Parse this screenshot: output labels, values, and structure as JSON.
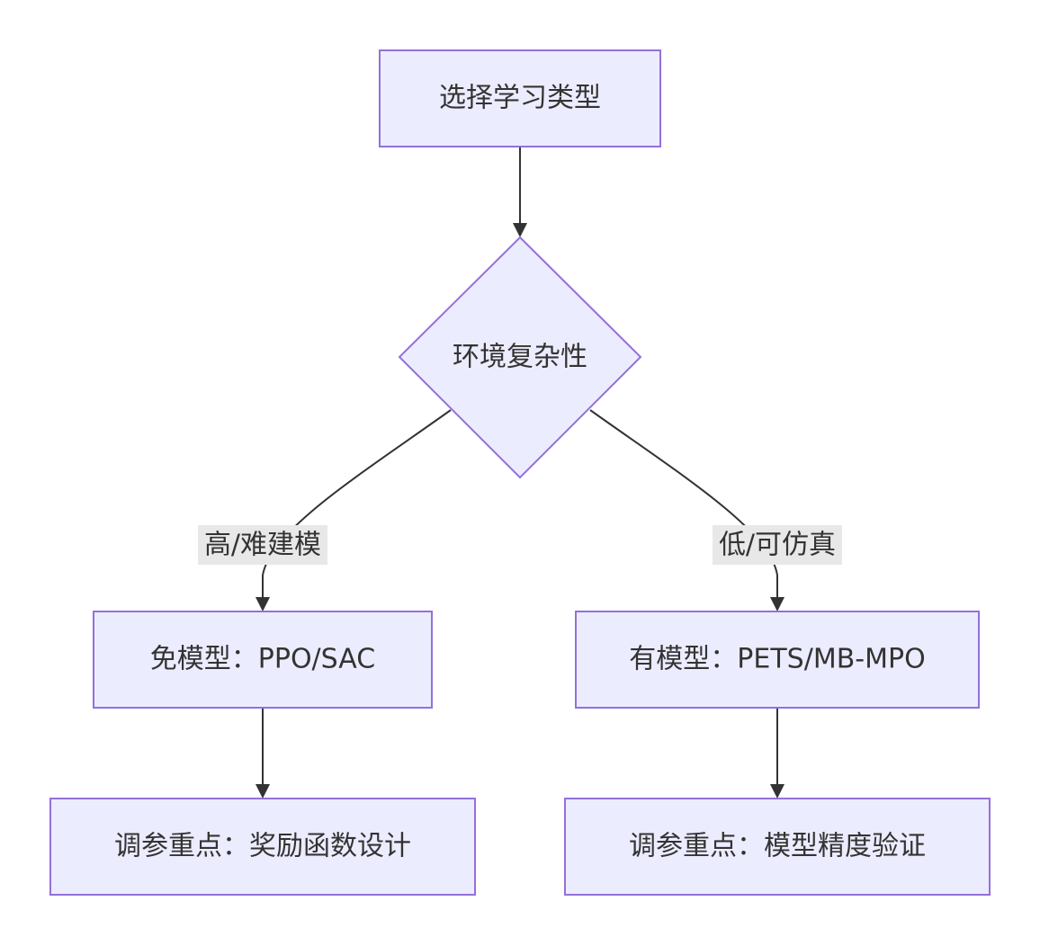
{
  "nodes": {
    "start": "选择学习类型",
    "decision": "环境复杂性",
    "model_free": "免模型：PPO/SAC",
    "model_based": "有模型：PETS/MB-MPO",
    "tune_free": "调参重点：奖励函数设计",
    "tune_based": "调参重点：模型精度验证"
  },
  "edges": {
    "left_label": "高/难建模",
    "right_label": "低/可仿真"
  },
  "colors": {
    "node_fill": "#ececff",
    "node_stroke": "#9370db",
    "edge": "#333333",
    "label_bg": "#e8e8e8",
    "text": "#333333"
  }
}
